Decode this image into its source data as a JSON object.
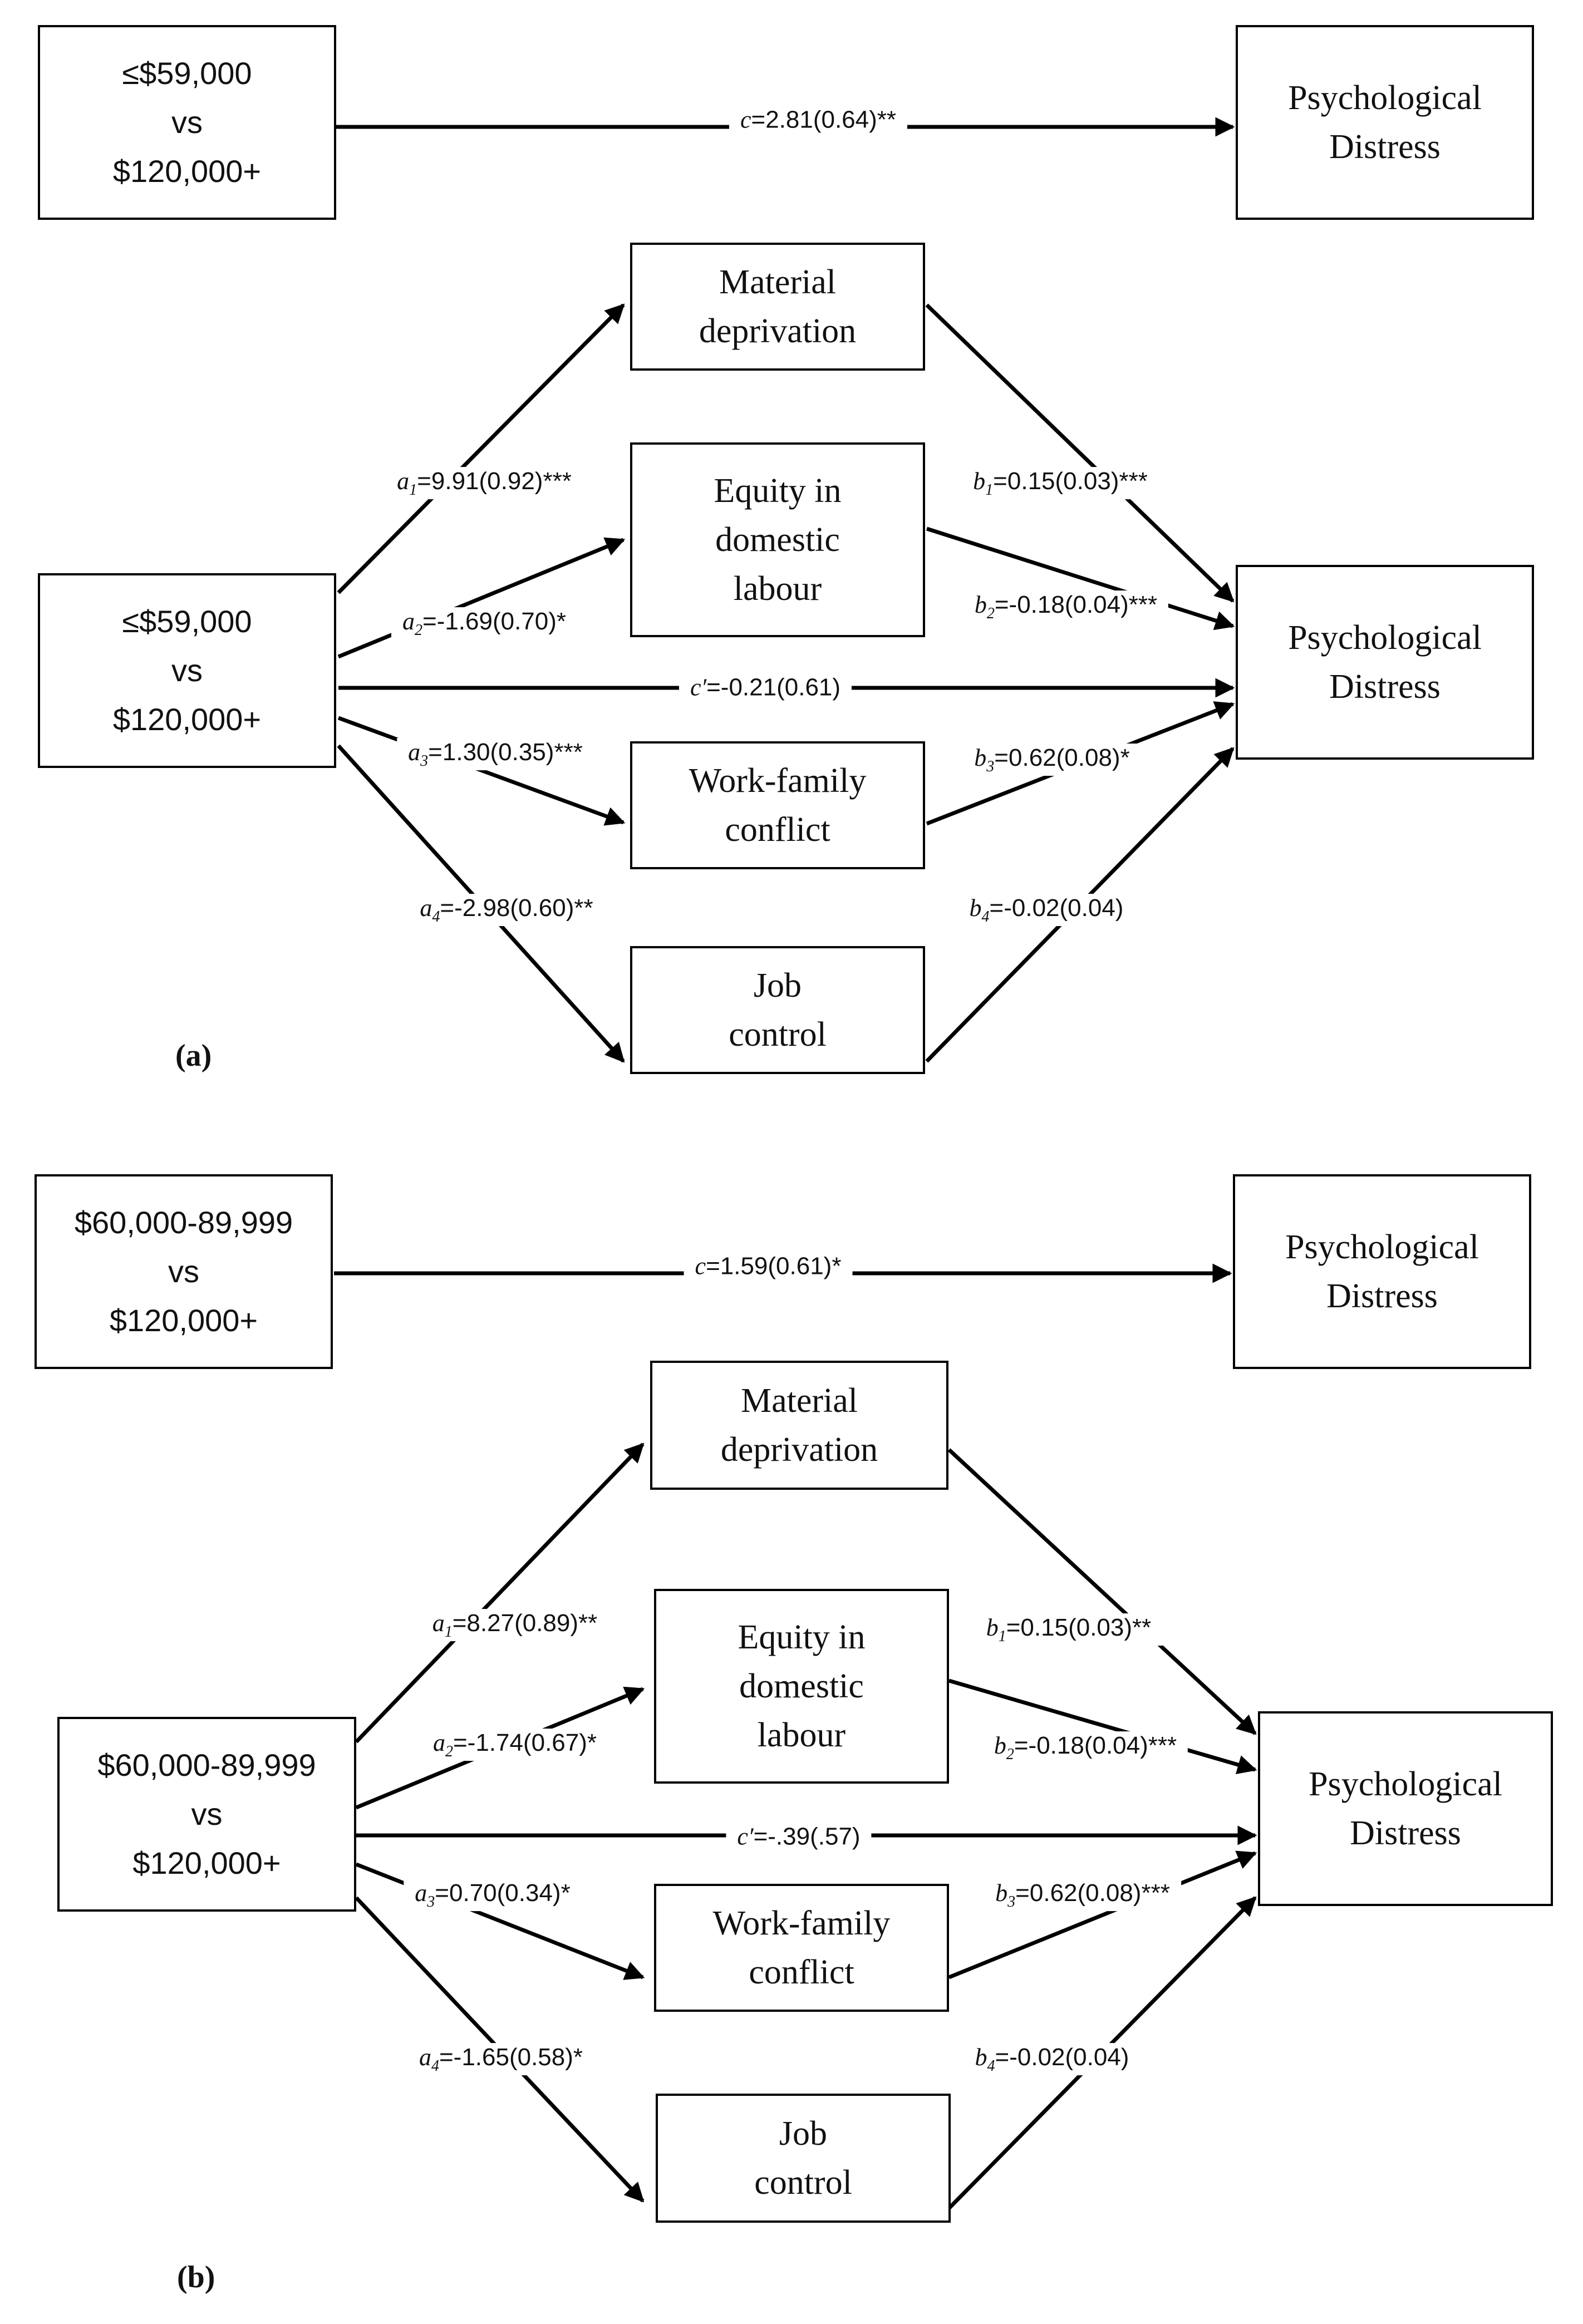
{
  "panel_a": {
    "label": "(a)",
    "total": {
      "predictor": [
        "≤$59,000",
        "vs",
        "$120,000+"
      ],
      "outcome": [
        "Psychological",
        "Distress"
      ],
      "c": {
        "sym": "c",
        "val": "=2.81(0.64)**"
      }
    },
    "predictor": [
      "≤$59,000",
      "vs",
      "$120,000+"
    ],
    "outcome": [
      "Psychological",
      "Distress"
    ],
    "mediators": {
      "m1": [
        "Material",
        "deprivation"
      ],
      "m2": [
        "Equity in",
        "domestic",
        "labour"
      ],
      "m3": [
        "Work-family",
        "conflict"
      ],
      "m4": [
        "Job",
        "control"
      ]
    },
    "paths": {
      "a1": {
        "sym": "a",
        "sub": "1",
        "val": "=9.91(0.92)***"
      },
      "a2": {
        "sym": "a",
        "sub": "2",
        "val": "=-1.69(0.70)*"
      },
      "a3": {
        "sym": "a",
        "sub": "3",
        "val": "=1.30(0.35)***"
      },
      "a4": {
        "sym": "a",
        "sub": "4",
        "val": "=-2.98(0.60)**"
      },
      "b1": {
        "sym": "b",
        "sub": "1",
        "val": "=0.15(0.03)***"
      },
      "b2": {
        "sym": "b",
        "sub": "2",
        "val": "=-0.18(0.04)***"
      },
      "b3": {
        "sym": "b",
        "sub": "3",
        "val": "=0.62(0.08)*"
      },
      "b4": {
        "sym": "b",
        "sub": "4",
        "val": "=-0.02(0.04)"
      },
      "cp": {
        "sym": "c′",
        "val": "=-0.21(0.61)"
      }
    }
  },
  "panel_b": {
    "label": "(b)",
    "total": {
      "predictor": [
        "$60,000-89,999",
        "vs",
        "$120,000+"
      ],
      "outcome": [
        "Psychological",
        "Distress"
      ],
      "c": {
        "sym": "c",
        "val": "=1.59(0.61)*"
      }
    },
    "predictor": [
      "$60,000-89,999",
      "vs",
      "$120,000+"
    ],
    "outcome": [
      "Psychological",
      "Distress"
    ],
    "mediators": {
      "m1": [
        "Material",
        "deprivation"
      ],
      "m2": [
        "Equity in",
        "domestic",
        "labour"
      ],
      "m3": [
        "Work-family",
        "conflict"
      ],
      "m4": [
        "Job",
        "control"
      ]
    },
    "paths": {
      "a1": {
        "sym": "a",
        "sub": "1",
        "val": "=8.27(0.89)**"
      },
      "a2": {
        "sym": "a",
        "sub": "2",
        "val": "=-1.74(0.67)*"
      },
      "a3": {
        "sym": "a",
        "sub": "3",
        "val": "=0.70(0.34)*"
      },
      "a4": {
        "sym": "a",
        "sub": "4",
        "val": "=-1.65(0.58)*"
      },
      "b1": {
        "sym": "b",
        "sub": "1",
        "val": "=0.15(0.03)**"
      },
      "b2": {
        "sym": "b",
        "sub": "2",
        "val": "=-0.18(0.04)***"
      },
      "b3": {
        "sym": "b",
        "sub": "3",
        "val": "=0.62(0.08)***"
      },
      "b4": {
        "sym": "b",
        "sub": "4",
        "val": "=-0.02(0.04)"
      },
      "cp": {
        "sym": "c′",
        "val": "=-.39(.57)"
      }
    }
  }
}
